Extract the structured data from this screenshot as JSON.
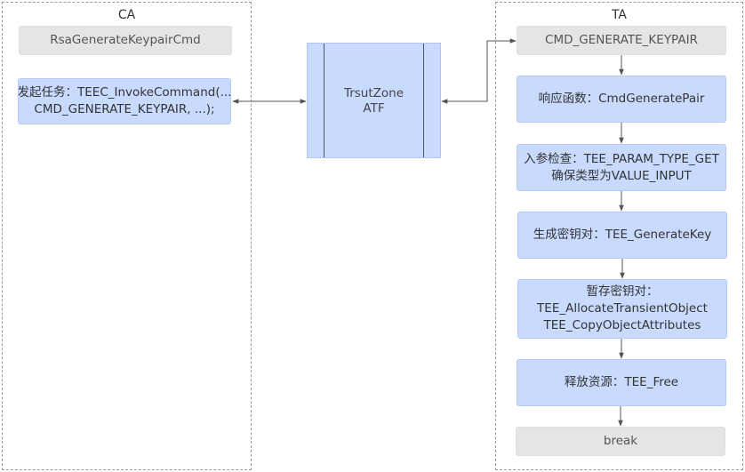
{
  "lanes": {
    "ca": {
      "title": "CA"
    },
    "ta": {
      "title": "TA"
    }
  },
  "ca": {
    "cmd_box": "RsaGenerateKeypairCmd",
    "invoke_box": {
      "line1": "发起任务：TEEC_InvokeCommand(...",
      "line2": "CMD_GENERATE_KEYPAIR, ...);"
    }
  },
  "trustzone": {
    "line1": "TrsutZone",
    "line2": "ATF"
  },
  "ta": {
    "cmd_box": "CMD_GENERATE_KEYPAIR",
    "steps": [
      {
        "lines": [
          "响应函数：CmdGeneratePair"
        ]
      },
      {
        "lines": [
          "入参检查：TEE_PARAM_TYPE_GET",
          "确保类型为VALUE_INPUT"
        ]
      },
      {
        "lines": [
          "生成密钥对：TEE_GenerateKey"
        ]
      },
      {
        "lines": [
          "暂存密钥对：",
          "TEE_AllocateTransientObject",
          "TEE_CopyObjectAttributes"
        ]
      },
      {
        "lines": [
          "释放资源：TEE_Free"
        ]
      }
    ],
    "end_box": "break"
  },
  "colors": {
    "process_fill": "#c9daff",
    "terminal_fill": "#e5e5e5",
    "edge": "#555555",
    "lane_border": "#9a9a9a"
  }
}
